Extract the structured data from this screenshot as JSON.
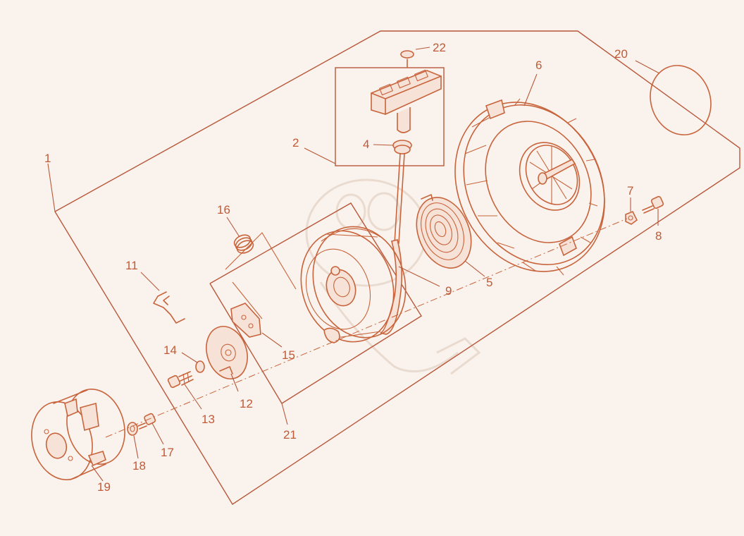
{
  "diagram": {
    "labels": {
      "l1": "1",
      "l2": "2",
      "l4": "4",
      "l5": "5",
      "l6": "6",
      "l7": "7",
      "l8": "8",
      "l9": "9",
      "l11": "11",
      "l12": "12",
      "l13": "13",
      "l14": "14",
      "l15": "15",
      "l16": "16",
      "l17": "17",
      "l18": "18",
      "l19": "19",
      "l20": "20",
      "l21": "21",
      "l22": "22"
    },
    "colors": {
      "line": "#c8643c",
      "background": "#faf3ed"
    }
  }
}
